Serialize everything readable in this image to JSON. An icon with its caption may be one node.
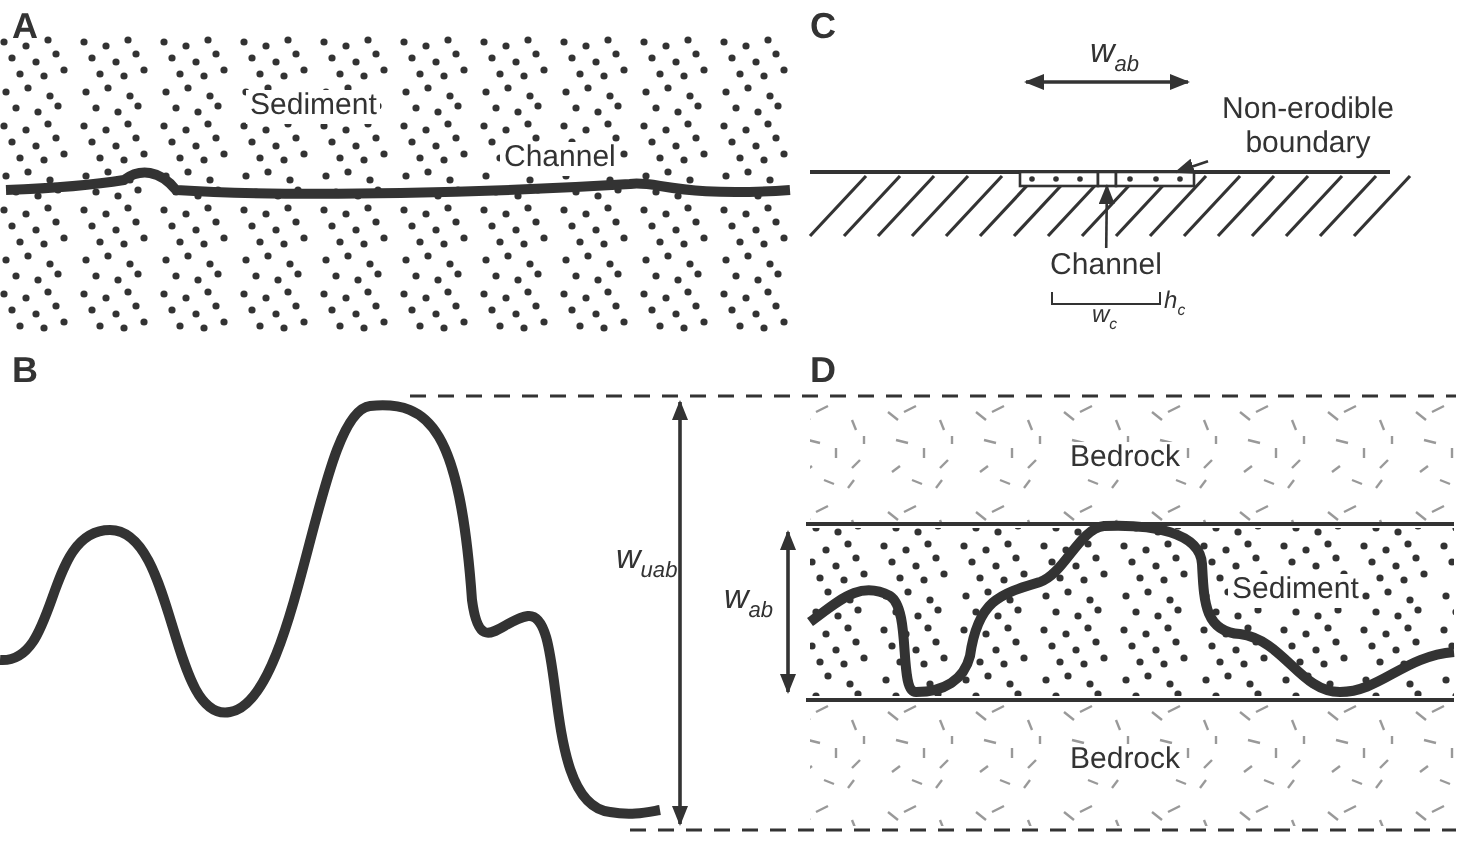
{
  "diagram": {
    "nodes": [
      {
        "text": [
          "Non-erodible boundary"
        ]
      },
      {
        "text": [],
        "shape": "box"
      },
      {
        "text": [
          "Channel"
        ]
      },
      {
        "text": [],
        "shape": "box"
      }
    ],
    "edges": [
      {
        "from": 0,
        "to": 3,
        "arrow": "to"
      },
      {
        "from": 2,
        "to": 1,
        "arrow": "to"
      }
    ],
    "labels": [
      "A",
      "Sediment",
      "Channel",
      "C",
      "w$_{ab}$",
      "h$_{c}$",
      "w$_{c}$",
      "B",
      "w$_{uab}$",
      "D",
      "Bedrock",
      "w$_{ab}$",
      "Sediment",
      "Bedrock"
    ]
  }
}
